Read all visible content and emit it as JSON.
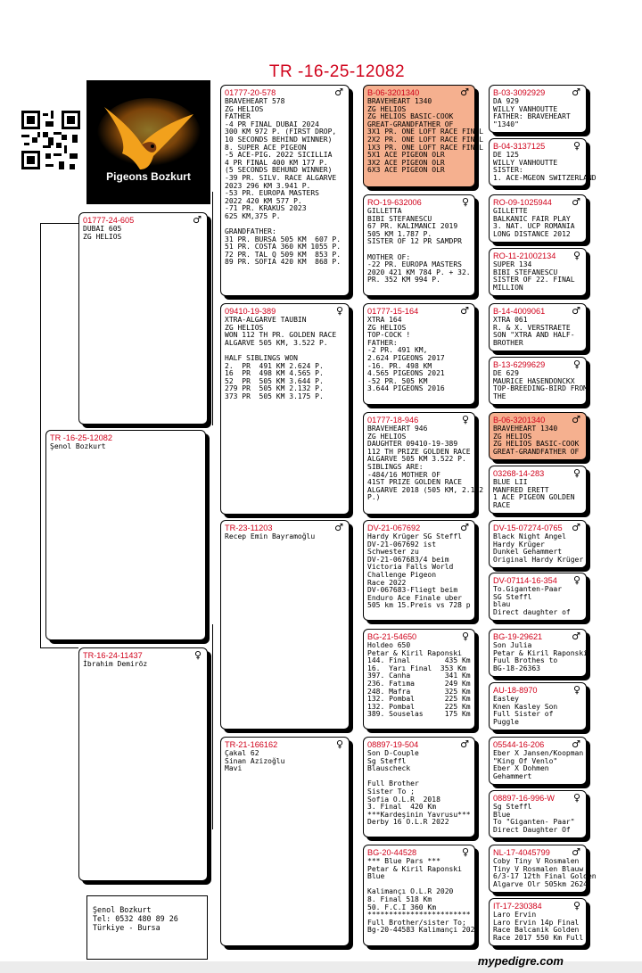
{
  "header": {
    "title": "TR -16-25-12082"
  },
  "logo": {
    "text": "Pigeons Bozkurt"
  },
  "subject": {
    "ring": "TR -16-25-12082",
    "text": "Şenol Bozkurt",
    "sym": ""
  },
  "sire": {
    "ring": "01777-24-605",
    "sym": "♂",
    "text": "DUBAI 605\nZG HELIOS"
  },
  "dam": {
    "ring": "TR-16-24-11437",
    "sym": "♀",
    "text": "İbrahim Demiröz"
  },
  "ss": {
    "ring": "01777-20-578",
    "sym": "♂",
    "text": "BRAVEHEART 578\nZG HELIOS\nFATHER\n-4 PR FINAL DUBAI 2024\n300 KM 972 P. (FIRST DROP,\n10 SECONDS BEHIND WINNER)\n8. SUPER ACE PIGEON\n-5 ACE-PIG. 2022 SICILLIA\n4 PR FINAL 400 KM 177 P.\n(5 SECONDS BEHUND WINNER)\n-39 PR. SILV. RACE ALGARVE\n2023 296 KM 3.941 P.\n-53 PR. EUROPA MASTERS\n2022 420 KM 577 P.\n-71 PR. KRAKUS 2023\n625 KM,375 P.\n\nGRANDFATHER:\n31 PR. BURSA 505 KM  607 P.\n51 PR. COSTA 360 KM 1055 P.\n72 PR. TAL Q 509 KM  853 P.\n89 PR. SOFIA 420 KM  868 P."
  },
  "sd": {
    "ring": "09410-19-389",
    "sym": "♀",
    "text": "XTRA-ALGARVE TAUBIN\nZG HELIOS\nWON 112 TH PR. GOLDEN RACE\nALGARVE 505 KM, 3.522 P.\n\nHALF SIBLINGS WON\n2.  PR  491 KM 2.624 P.\n16  PR  498 KM 4.565 P.\n52  PR  505 KM 3.644 P.\n279 PR  505 KM 2.132 P.\n373 PR  505 KM 3.175 P."
  },
  "ds": {
    "ring": "TR-23-11203",
    "sym": "♂",
    "text": "Recep Emin Bayramoğlu"
  },
  "dd": {
    "ring": "TR-21-166162",
    "sym": "♀",
    "text": "Çakal 62\nSinan Azizoğlu\nMavi"
  },
  "sss": {
    "ring": "B-06-3201340",
    "sym": "♂",
    "text": "BRAVEHEART 1340\nZG HELIOS\nZG HELIOS BASIC-COOK\nGREAT-GRANDFATHER OF\n3X1 PR. ONE LOFT RACE FINAL\n2X2 PR. ONE LOFT RACE FINAL\n1X3 PR. ONE LOFT RACE FINAL\n5X1 ACE PIGEON OLR\n3X2 ACE PIGEON OLR\n6X3 ACE PIGEON OLR"
  },
  "ssd": {
    "ring": "RO-19-632006",
    "sym": "♀",
    "text": "GILLETTA\nBIBI STEFANESCU\n67 PR. KALIMANCI 2019\n505 KM 1.787 P.\nSISTER OF 12 PR SAMDPR\n\nMOTHER OF:\n-22 PR. EUROPA MASTERS\n2020 421 KM 784 P. + 32.\nPR. 352 KM 994 P."
  },
  "sds": {
    "ring": "01777-15-164",
    "sym": "♂",
    "text": "XTRA 164\nZG HELIOS\nTOP-COCK !\nFATHER:\n-2 PR. 491 KM,\n2.624 PIGEONS 2017\n-16. PR. 498 KM\n4.565 PIGEONS 2021\n-52 PR. 505 KM\n3.644 PIGEONS 2016"
  },
  "sdd": {
    "ring": "01777-18-946",
    "sym": "♀",
    "text": "BRAVEHEART 946\nZG HELIOS\nDAUGHTER 09410-19-389\n112 TH PRIZE GOLDEN RACE\nALGARVE 505 KM 3.522 P.\nSIBLINGS ARE:\n-484/16 MOTHER OF\n41ST PRIZE GOLDEN RACE\nALGARVE 2018 (505 KM, 2.132\nP.)"
  },
  "dss": {
    "ring": "DV-21-067692",
    "sym": "♂",
    "text": "Hardy Krüger SG Steffl\nDV-21-067692 ist\nSchwester zu\nDV-21-067683/4 beim\nVictoria Falls World\nChallenge Pigeon\nRace 2022\nDV-067683-Fliegt beim\nEnduro Ace Finale uber\n505 km 15.Preis vs 728 p"
  },
  "dsd": {
    "ring": "BG-21-54650",
    "sym": "♀",
    "text": "Holdeo 650\nPetar & Kiril Raponski\n144. Final        435 Km\n16.  Yarı Final  353 Km\n397. Canha        341 Km\n236. Fatıma       249 Km\n248. Mafra        325 Km\n132. Pombal       225 Km\n132. Pombal       225 Km\n389. Souselas     175 Km"
  },
  "dds": {
    "ring": "08897-19-504",
    "sym": "♂",
    "text": "Son D-Couple\nSg Steffl\nBlauscheck\n\nFull Brother\nSister To ;\nSofia O.L.R  2018\n3. Final  420 Km\n***Kardeşinin Yavrusu***\nDerby 16 O.L.R 2022"
  },
  "ddd": {
    "ring": "BG-20-44528",
    "sym": "♀",
    "text": "*** Blue Pars ***\nPetar & Kiril Raponski\nBlue\n\nKalimançı O.L.R 2020\n8. Final 518 Km\n50. F.C.I 360 Km\n************************\nFull Brother/sister To;\nBg-20-44583 Kalimançi 2020"
  },
  "g1": {
    "ring": "B-03-3092929",
    "sym": "♂",
    "text": "DA 929\nWILLY VANHOUTTE\nFATHER: BRAVEHEART\n\"1340\""
  },
  "g2": {
    "ring": "B-04-3137125",
    "sym": "♀",
    "text": "DE 125\nWILLY VANHOUTTE\nSISTER:\n1. ACE-MGEON SWITZERLAND"
  },
  "g3": {
    "ring": "RO-09-1025944",
    "sym": "♂",
    "text": "GILLETTE\nBALKANIC FAIR PLAY\n3. NAT. UCP ROMANIA\nLONG DISTANCE 2012"
  },
  "g4": {
    "ring": "RO-11-21002134",
    "sym": "♀",
    "text": "SUPER 134\nBIBI STEFANESCU\nSISTER OF 22. FINAL\nMILLION"
  },
  "g5": {
    "ring": "B-14-4009061",
    "sym": "♂",
    "text": "XTRA 061\nR. & X. VERSTRAETE\nSON \"XTRA AND HALF-\nBROTHER"
  },
  "g6": {
    "ring": "B-13-6299629",
    "sym": "♀",
    "text": "DE 629\nMAURICE HASENDONCKX\nTOP-BREEDING-BIRD FROM\nTHE"
  },
  "g7": {
    "ring": "B-06-3201340",
    "sym": "♂",
    "text": "BRAVEHEART 1340\nZG HELIOS\nZG HELIOS BASIC-COOK\nGREAT-GRANDFATHER OF"
  },
  "g8": {
    "ring": "03268-14-283",
    "sym": "♀",
    "text": "BLUE LII\nMANFRED ERETT\n1 ACE PIGEON GOLDEN\nRACE"
  },
  "g9": {
    "ring": "DV-15-07274-0765",
    "sym": "♂",
    "text": "Black Night Angel\nHardy Krüger\nDunkel Gehammert\nOriginal Hardy Krüger"
  },
  "g10": {
    "ring": "DV-07114-16-354",
    "sym": "♀",
    "text": "To.Giganten-Paar\nSG Steffl\nblau\nDirect daughter of"
  },
  "g11": {
    "ring": "BG-19-29621",
    "sym": "♂",
    "text": "Son Julia\nPetar & Kiril Raponski\nFuul Brothes to\nBG-18-26363"
  },
  "g12": {
    "ring": "AU-18-8970",
    "sym": "♀",
    "text": "Easley\nKnen Kasley Son\nFull Sister of\nPuggle"
  },
  "g13": {
    "ring": "05544-16-206",
    "sym": "♂",
    "text": "Eber X Jansen/Koopman\n\"King Of Venlo\"\nEber X Dohmen\nGehammert"
  },
  "g14": {
    "ring": "08897-16-996-W",
    "sym": "♀",
    "text": "Sg Steffl\nBlue\nTo \"Giganten- Paar\"\nDirect Daughter Of"
  },
  "g15": {
    "ring": "NL-17-4045799",
    "sym": "♂",
    "text": "Coby Tiny V Rosmalen\nTiny V Rosmalen Blauw\n6/3-17 12th Final Golden\nAlgarve Olr 505km 2624"
  },
  "g16": {
    "ring": "IT-17-230384",
    "sym": "♀",
    "text": "Laro Ervin\nLaro Ervin 14p Final\nRace Balcanik Golden\nRace 2017 550 Km Full"
  },
  "owner": {
    "text": "Şenol Bozkurt\nTel: 0532 480 89 26\nTürkiye - Bursa"
  },
  "footer": {
    "brand": "mypedigre.com"
  }
}
